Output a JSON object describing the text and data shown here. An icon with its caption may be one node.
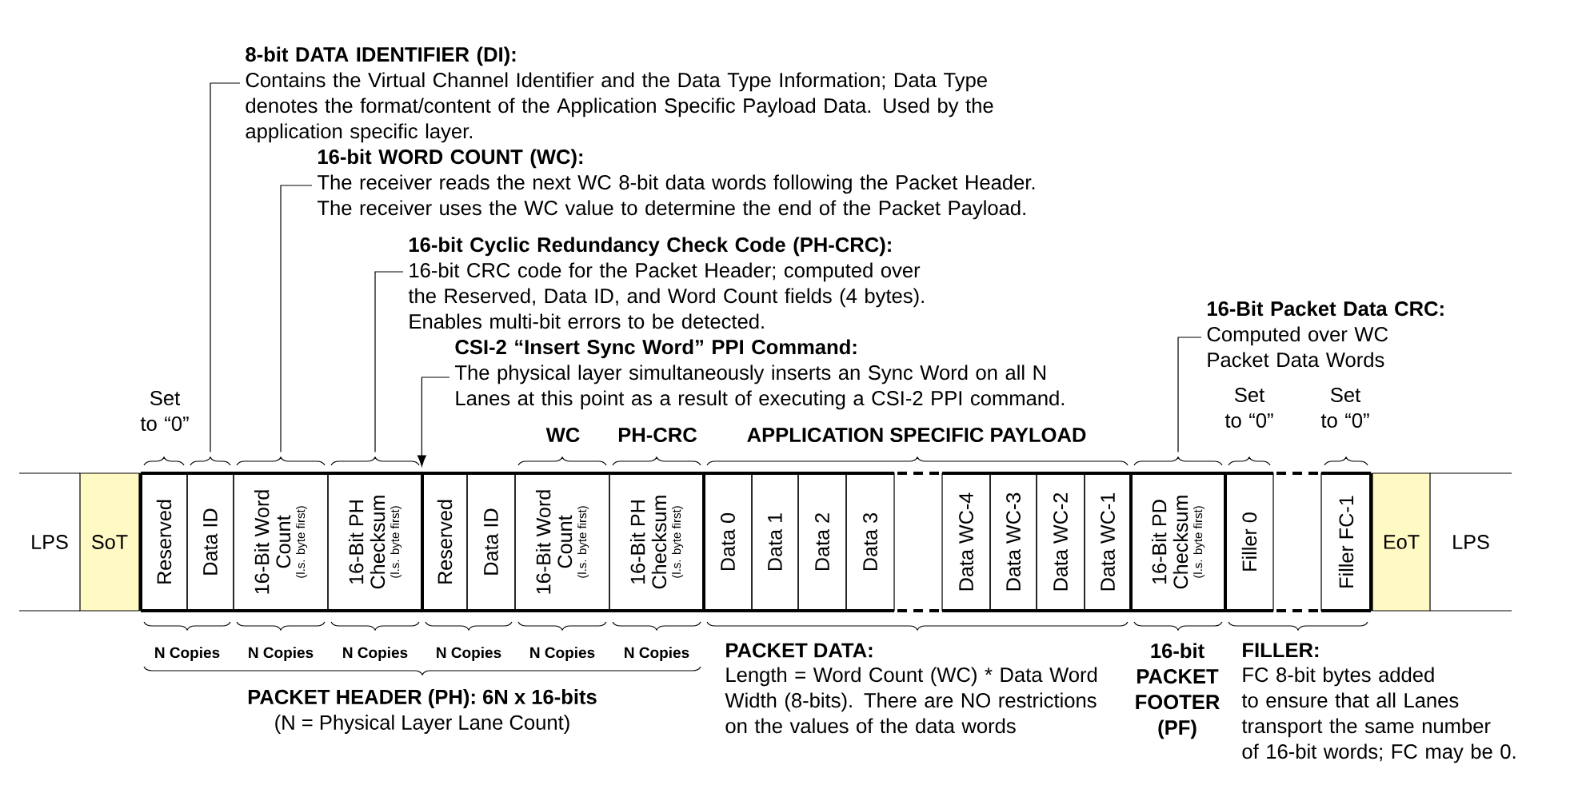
{
  "diagram": {
    "nodes": [
      {
        "text": [
          "8-bit DATA IDENTIFIER (DI):",
          "Contains the Virtual Channel Identifier and the Data Type Information; Data Type denotes the format/content of the Application Specific Payload Data. Used by the application specific layer."
        ]
      },
      {
        "text": [
          "16-bit WORD COUNT (WC):",
          "The receiver reads the next WC 8-bit data words following the Packet Header. The receiver uses the WC value to determine the end of the Packet Payload."
        ]
      },
      {
        "text": [
          "16-bit Cyclic Redundancy Check Code (PH-CRC):",
          "16-bit CRC code for the Packet Header; computed over the Reserved, Data ID, and Word Count fields (4 bytes). Enables multi-bit errors to be detected."
        ]
      },
      {
        "text": [
          "CSI-2 “Insert Sync Word” PPI Command:",
          "The physical layer simultaneously inserts an Sync Word on all N Lanes at this point as a result of executing a CSI-2 PPI command."
        ]
      },
      {
        "text": [
          "16-Bit Packet Data CRC:",
          "Computed over WC Packet Data Words"
        ]
      },
      {
        "text": [
          "LPS"
        ]
      },
      {
        "text": [
          "SoT"
        ]
      },
      {
        "text": [
          "Reserved"
        ]
      },
      {
        "text": [
          "Data ID"
        ]
      },
      {
        "text": [
          "16-Bit Word Count",
          "(l.s. byte first)"
        ]
      },
      {
        "text": [
          "16-Bit PH Checksum",
          "(l.s. byte first)"
        ]
      },
      {
        "text": [
          "Reserved"
        ]
      },
      {
        "text": [
          "Data ID"
        ]
      },
      {
        "text": [
          "16-Bit Word Count",
          "(l.s. byte first)"
        ]
      },
      {
        "text": [
          "16-Bit PH Checksum",
          "(l.s. byte first)"
        ]
      },
      {
        "text": [
          "Data 0"
        ]
      },
      {
        "text": [
          "Data 1"
        ]
      },
      {
        "text": [
          "Data 2"
        ]
      },
      {
        "text": [
          "Data 3"
        ]
      },
      {
        "text": [
          "Data WC-4"
        ]
      },
      {
        "text": [
          "Data WC-3"
        ]
      },
      {
        "text": [
          "Data WC-2"
        ]
      },
      {
        "text": [
          "Data WC-1"
        ]
      },
      {
        "text": [
          "16-Bit PD Checksum",
          "(l.s. byte first)"
        ]
      },
      {
        "text": [
          "Filler 0"
        ]
      },
      {
        "text": [
          "Filler FC-1"
        ]
      },
      {
        "text": [
          "EoT"
        ]
      },
      {
        "text": [
          "LPS"
        ]
      }
    ],
    "edges": [
      {
        "from": 0,
        "to": 8,
        "arrow": "none"
      },
      {
        "from": 1,
        "to": 9,
        "arrow": "none"
      },
      {
        "from": 2,
        "to": 10,
        "arrow": "none"
      },
      {
        "from": 3,
        "to": 11,
        "arrow": "to"
      },
      {
        "from": 4,
        "to": 23,
        "arrow": "none"
      }
    ],
    "labels": [
      "Set to “0”",
      "Set to “0”",
      "Set to “0”",
      "WC",
      "PH-CRC",
      "APPLICATION SPECIFIC PAYLOAD",
      "N Copies",
      "N Copies",
      "N Copies",
      "N Copies",
      "N Copies",
      "N Copies",
      "PACKET HEADER (PH): 6N x 16-bits",
      "(N = Physical Layer Lane Count)",
      "PACKET DATA:",
      "Length = Word Count (WC) * Data Word Width (8-bits). There are NO restrictions on the values of the data words",
      "16-bit PACKET FOOTER (PF)",
      "FILLER:",
      "FC 8-bit bytes added to ensure that all Lanes transport the same number of 16-bit words; FC may be 0."
    ]
  }
}
